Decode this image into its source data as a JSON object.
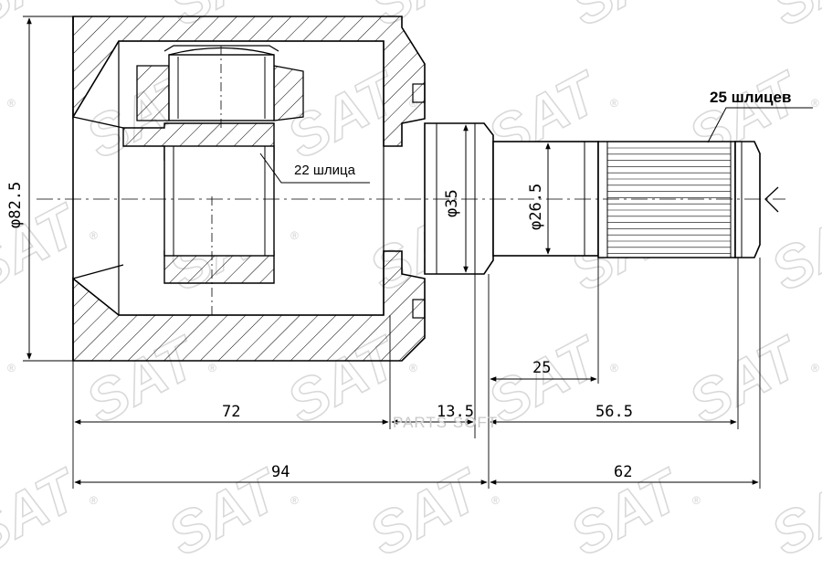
{
  "diagram": {
    "dimensions": {
      "diameter_outer": "φ82.5",
      "diameter_collar": "φ35",
      "diameter_shaft": "φ26.5",
      "length_housing": "72",
      "length_collar": "13.5",
      "length_shaft": "56.5",
      "length_spline": "25",
      "total_left": "94",
      "total_right": "62"
    },
    "labels": {
      "inner_splines": "22 шлица",
      "outer_splines": "25 шлицев"
    },
    "watermark": {
      "brand": "SAT",
      "registered": "®",
      "center_text": "PARTS SOFT"
    }
  }
}
